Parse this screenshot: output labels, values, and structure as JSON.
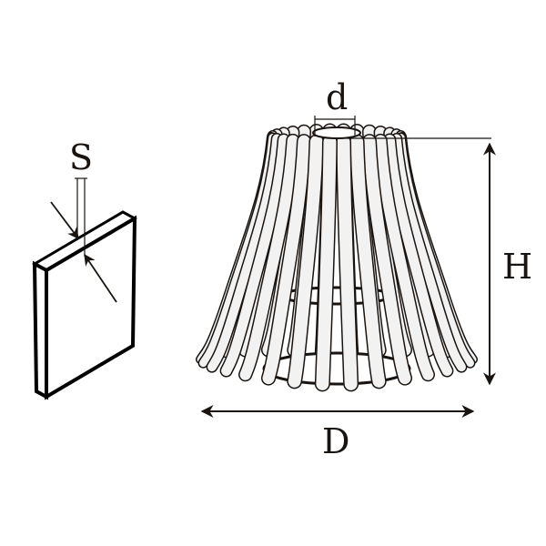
{
  "labels": {
    "thickness": "S",
    "top_diameter": "d",
    "height": "H",
    "bottom_diameter": "D"
  },
  "colors": {
    "line": "#1a1410",
    "rib_fill": "#f2f2f2"
  },
  "cage": {
    "rib_count": 15,
    "rings": 2
  }
}
